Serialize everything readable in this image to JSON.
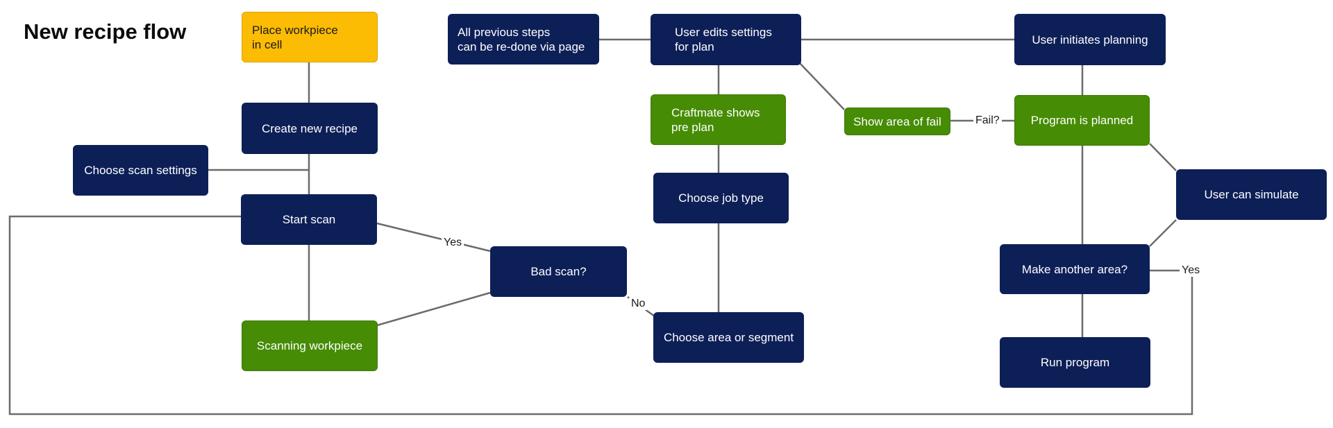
{
  "title": "New recipe flow",
  "colors": {
    "navy": "#0d1f57",
    "green": "#468c05",
    "yellow": "#fcbc04",
    "line": "#6b6b6b"
  },
  "nodes": {
    "place_workpiece": "Place workpiece\nin cell",
    "create_recipe": "Create new recipe",
    "choose_scan_settings": "Choose scan settings",
    "start_scan": "Start scan",
    "scanning_workpiece": "Scanning workpiece",
    "bad_scan": "Bad scan?",
    "previous_steps": "All previous steps\ncan be re-done via page",
    "user_edits_settings": "User edits settings\nfor plan",
    "craftmate_pre_plan": "Craftmate shows\npre plan",
    "choose_job_type": "Choose job type",
    "choose_area": "Choose area or segment",
    "show_area_fail": "Show area of fail",
    "user_initiates_planning": "User initiates planning",
    "program_planned": "Program is planned",
    "user_can_simulate": "User can simulate",
    "make_another_area": "Make another area?",
    "run_program": "Run program"
  },
  "edge_labels": {
    "yes_bad_scan": "Yes",
    "no_bad_scan": "No",
    "fail": "Fail?",
    "yes_another_area": "Yes"
  }
}
